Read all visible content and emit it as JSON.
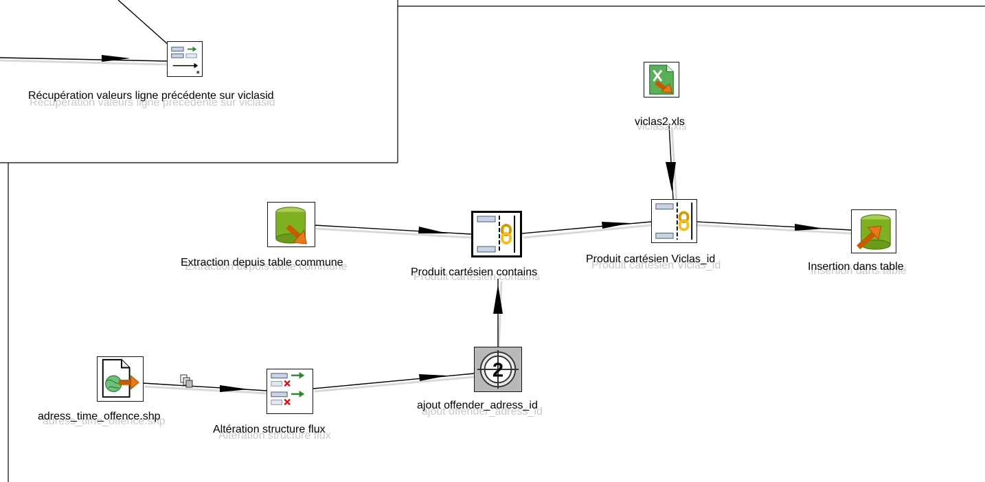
{
  "nodes": {
    "recup": {
      "label": "Récupération valeurs ligne précédente sur viclasid",
      "icon": "row-previous-values-icon"
    },
    "viclas": {
      "label": "viclas2.xls",
      "icon": "excel-input-icon"
    },
    "extraction": {
      "label": "Extraction depuis table commune",
      "icon": "db-input-icon"
    },
    "produit_contains": {
      "label": "Produit cartésien contains",
      "icon": "join-link-icon"
    },
    "produit_viclas": {
      "label": "Produit cartésien Viclas_id",
      "icon": "join-link-icon"
    },
    "insertion": {
      "label": "Insertion dans table",
      "icon": "db-output-icon"
    },
    "adress": {
      "label": "adress_time_offence.shp",
      "icon": "shapefile-input-icon"
    },
    "alteration": {
      "label": "Altération structure flux",
      "icon": "filter-columns-icon"
    },
    "ajout": {
      "label": "ajout offender_adress_id",
      "icon": "sequence-number-icon"
    }
  },
  "colors": {
    "link": "#000000",
    "frame": "#000000",
    "db_green": "#7fb022",
    "arrow_orange": "#e8781a",
    "excel_green": "#2f8f3f"
  }
}
